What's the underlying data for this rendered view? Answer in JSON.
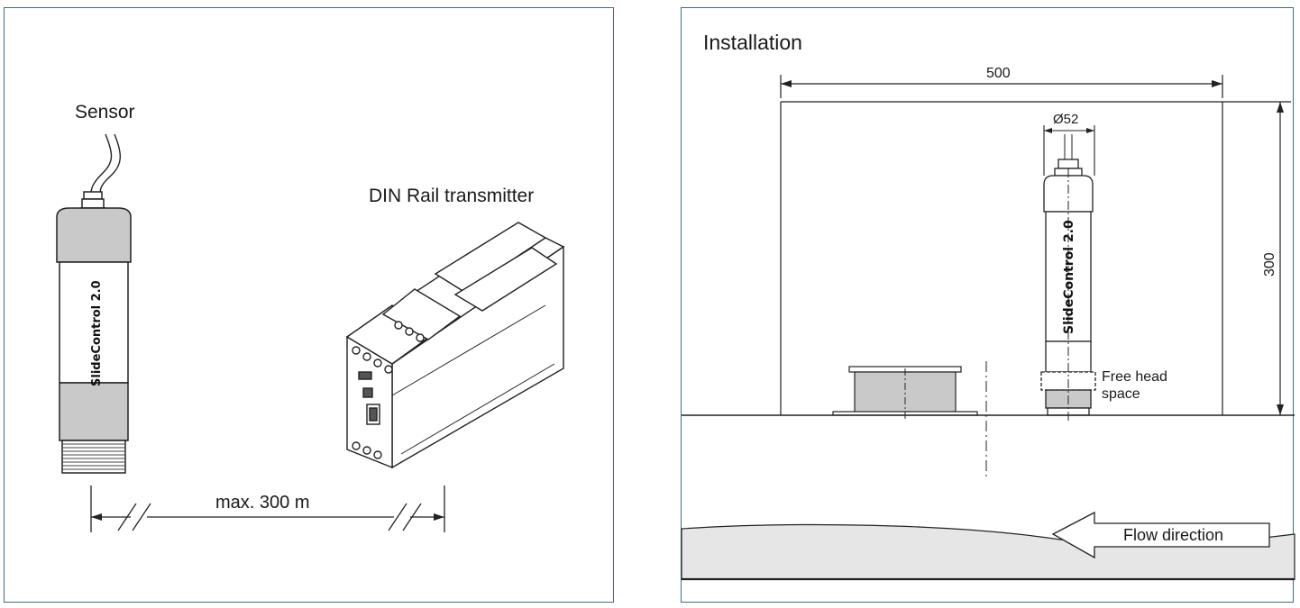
{
  "left_panel": {
    "sensor_label": "Sensor",
    "transmitter_label": "DIN Rail transmitter",
    "sensor_brand_text": "SlideControl 2.0",
    "distance_label": "max. 300 m"
  },
  "right_panel": {
    "title": "Installation",
    "width_dim": "500",
    "height_dim": "300",
    "diameter_dim": "Ø52",
    "sensor_brand_text": "SlideControl 2.0",
    "free_head_line1": "Free head",
    "free_head_line2": "space",
    "flow_label": "Flow direction"
  },
  "colors": {
    "frame_border": "#3f6f7e",
    "shaded_part": "#c9c9c9",
    "water_fill": "#e6e6e6"
  }
}
